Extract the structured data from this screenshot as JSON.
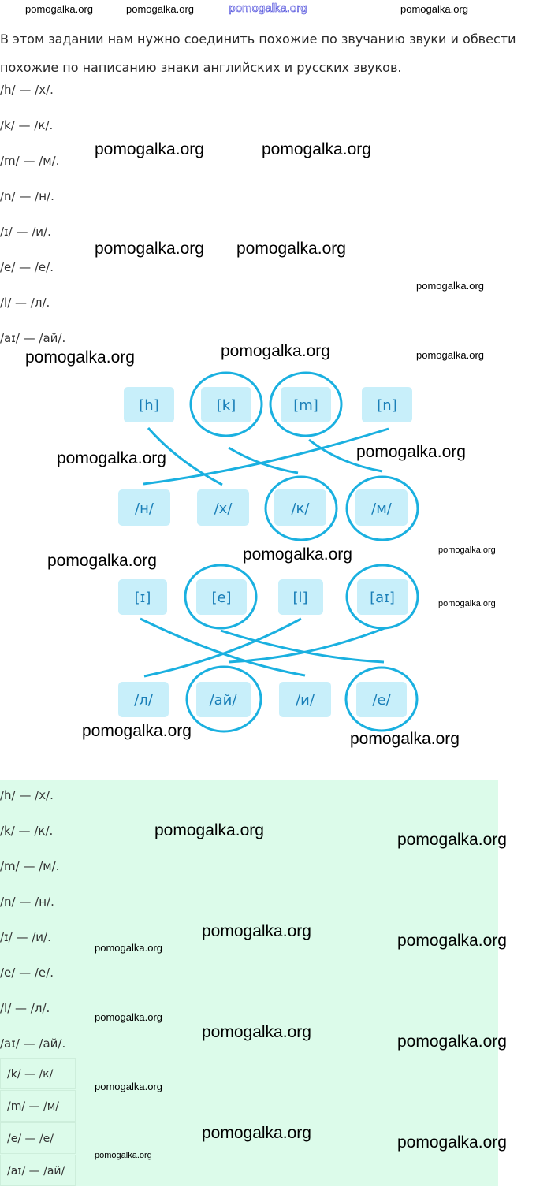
{
  "site": "pomogalka.org",
  "intro": "В этом задании нам нужно соединить похожие по звучанию звуки и обвести похожие по написанию знаки английских и русских звуков.",
  "answers": [
    "/h/ — /х/.",
    "/k/ — /к/.",
    "/m/ — /м/.",
    "/n/ — /н/.",
    "/ɪ/ — /и/.",
    "/e/ — /е/.",
    "/l/ — /л/.",
    "/aɪ/ — /ай/."
  ],
  "diagram1": {
    "top": [
      "[h]",
      "[k]",
      "[m]",
      "[n]"
    ],
    "bottom": [
      "/н/",
      "/х/",
      "/к/",
      "/м/"
    ]
  },
  "diagram2": {
    "top": [
      "[ɪ]",
      "[e]",
      "[l]",
      "[aɪ]"
    ],
    "bottom": [
      "/л/",
      "/ай/",
      "/и/",
      "/е/"
    ]
  },
  "table": [
    "/k/ — /к/",
    "/m/ — /м/",
    "/e/ — /е/",
    "/aɪ/ — /ай/"
  ],
  "watermark": "pomogalka.org",
  "colors": {
    "line": "#1ab0e0",
    "box": "#c8effa",
    "green": "#dcfbea"
  }
}
